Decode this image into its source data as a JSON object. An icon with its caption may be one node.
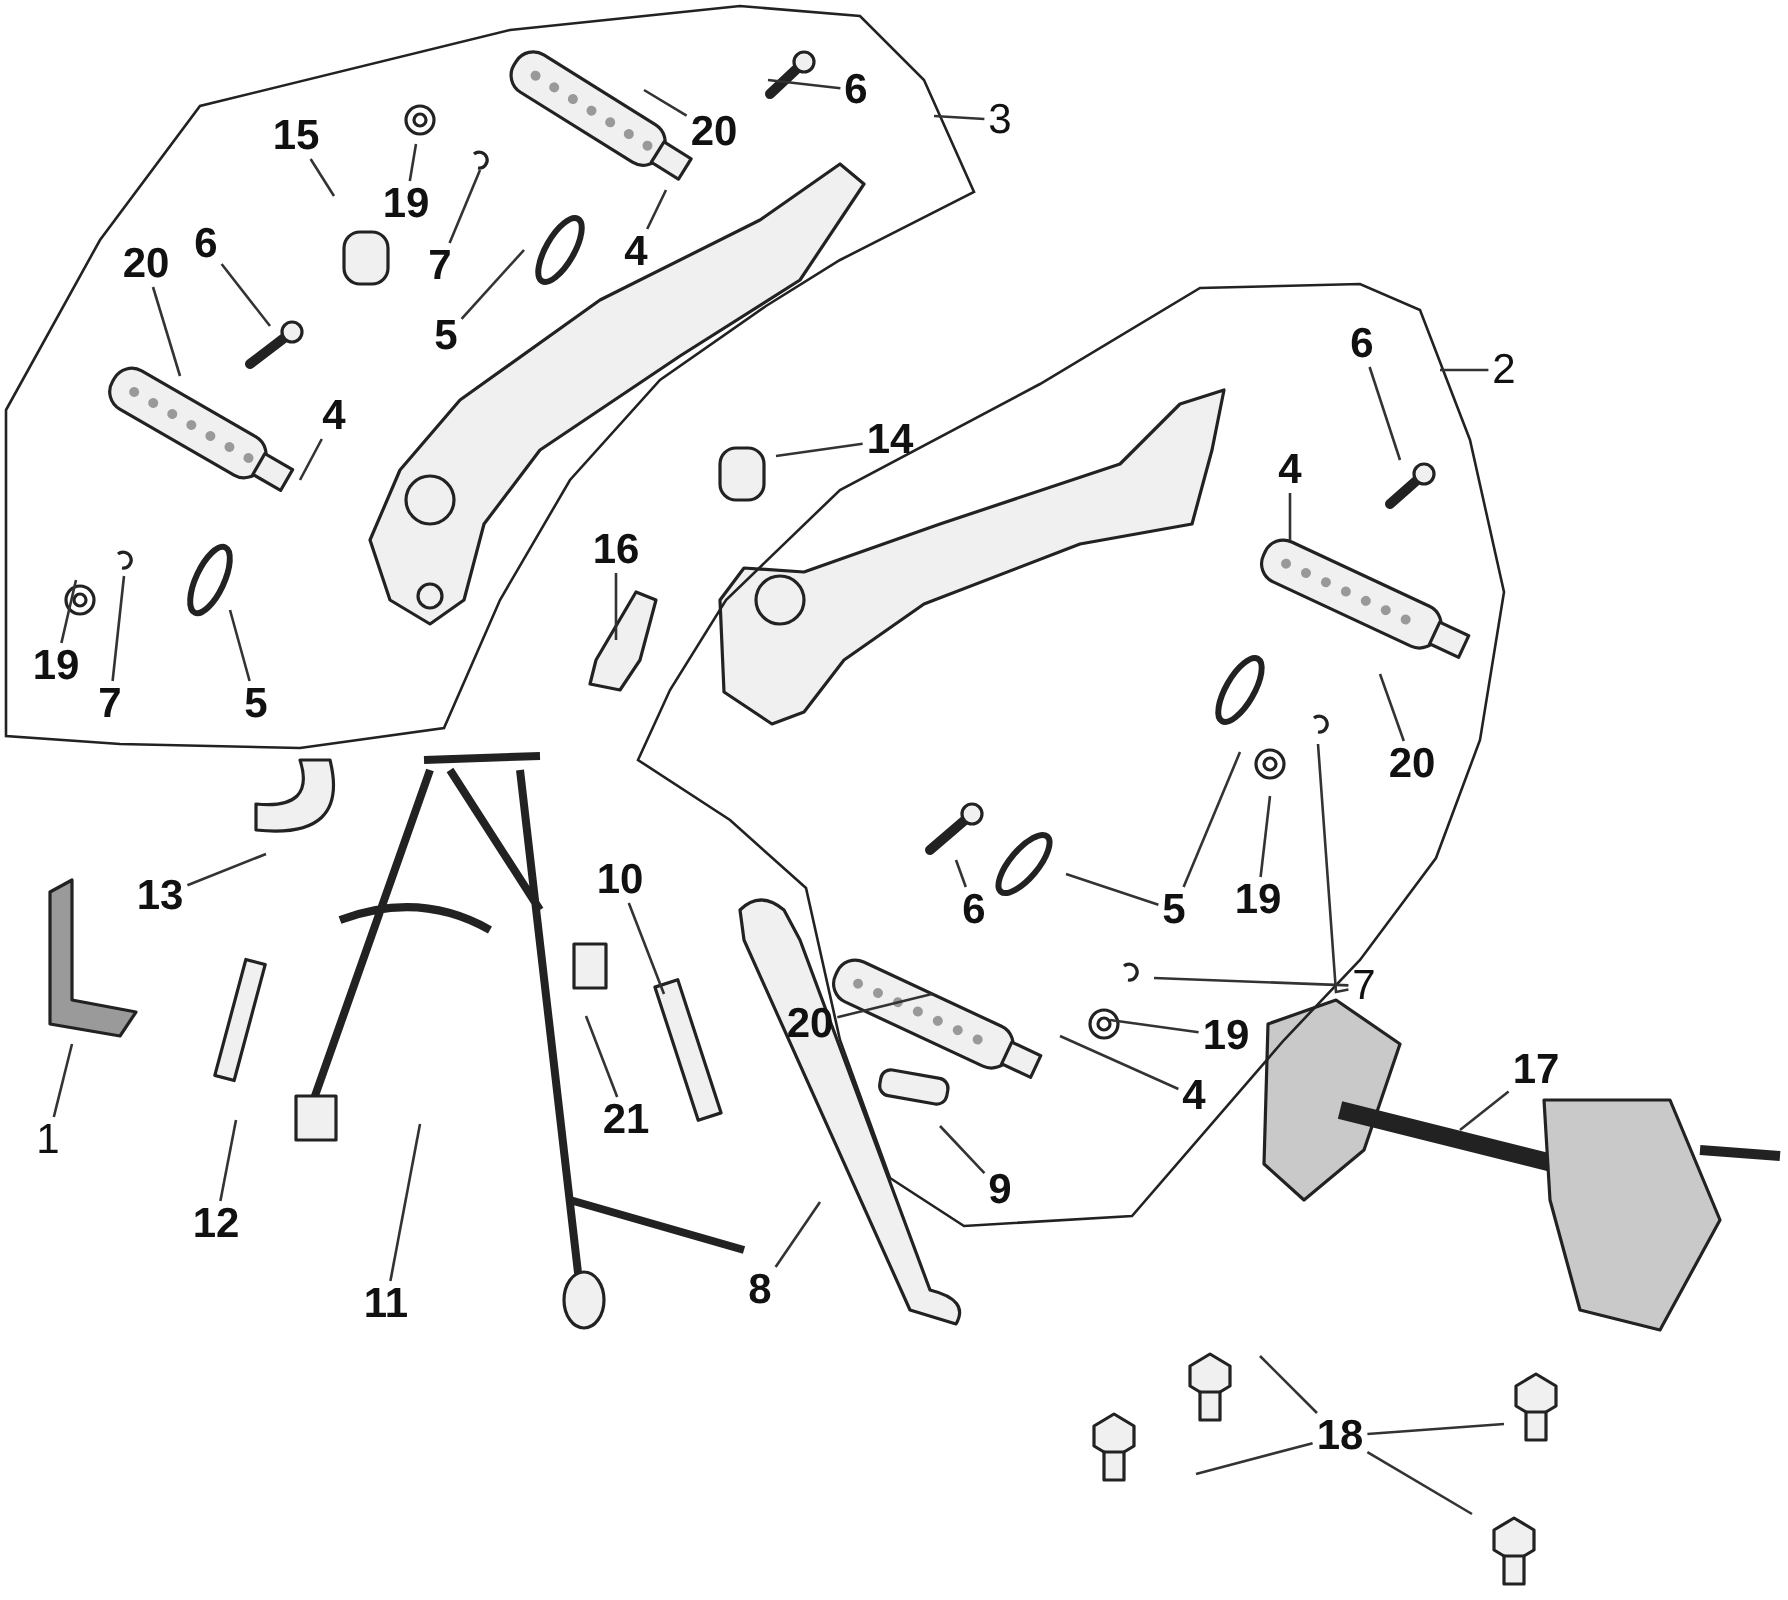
{
  "diagram": {
    "nodes": [
      {
        "text": [],
        "shape": "polygon"
      },
      {
        "text": [
          "15"
        ],
        "in": 0
      },
      {
        "text": [
          "19"
        ],
        "in": 0
      },
      {
        "text": [
          "7"
        ],
        "in": 0
      },
      {
        "text": [
          "20"
        ],
        "in": 0
      },
      {
        "text": [
          "6"
        ],
        "in": 0
      },
      {
        "text": [
          "3"
        ]
      },
      {
        "text": [
          "4"
        ],
        "in": 0
      },
      {
        "text": [
          "5"
        ],
        "in": 0
      },
      {
        "text": [
          "6"
        ],
        "in": 0
      },
      {
        "text": [
          "20"
        ],
        "in": 0
      },
      {
        "text": [
          "4"
        ],
        "in": 0
      },
      {
        "text": [],
        "shape": "polygon"
      },
      {
        "text": [
          "2"
        ]
      },
      {
        "text": [
          "14"
        ]
      },
      {
        "text": [
          "6"
        ],
        "in": 12
      },
      {
        "text": [
          "4"
        ],
        "in": 12
      },
      {
        "text": [
          "16"
        ]
      },
      {
        "text": [
          "19"
        ],
        "in": 0
      },
      {
        "text": [
          "7"
        ],
        "in": 0
      },
      {
        "text": [
          "5"
        ],
        "in": 0
      },
      {
        "text": [
          "20"
        ],
        "in": 12
      },
      {
        "text": [
          "13"
        ]
      },
      {
        "text": [
          "5"
        ],
        "in": 12
      },
      {
        "text": [
          "19"
        ],
        "in": 12
      },
      {
        "text": [
          "6"
        ],
        "in": 12
      },
      {
        "text": [
          "10"
        ]
      },
      {
        "text": [
          "20"
        ]
      },
      {
        "text": [
          "7"
        ]
      },
      {
        "text": [
          "19"
        ],
        "in": 12
      },
      {
        "text": [
          "1"
        ]
      },
      {
        "text": [
          "21"
        ]
      },
      {
        "text": [
          "4"
        ],
        "in": 12
      },
      {
        "text": [
          "12"
        ]
      },
      {
        "text": [
          "11"
        ]
      },
      {
        "text": [
          "8"
        ]
      },
      {
        "text": [
          "9"
        ],
        "in": 12
      },
      {
        "text": [
          "17"
        ]
      },
      {
        "text": [
          "18"
        ]
      }
    ],
    "edges": [
      {
        "from": 1,
        "to": null,
        "arrow": "none"
      },
      {
        "from": 2,
        "to": null,
        "arrow": "none"
      },
      {
        "from": 3,
        "to": null,
        "arrow": "none"
      },
      {
        "from": 4,
        "to": null,
        "arrow": "none"
      },
      {
        "from": 5,
        "to": null,
        "arrow": "none"
      },
      {
        "from": 6,
        "to": 0,
        "arrow": "none"
      },
      {
        "from": 7,
        "to": null,
        "arrow": "none"
      },
      {
        "from": 8,
        "to": null,
        "arrow": "none"
      },
      {
        "from": 9,
        "to": null,
        "arrow": "none"
      },
      {
        "from": 10,
        "to": null,
        "arrow": "none"
      },
      {
        "from": 11,
        "to": null,
        "arrow": "none"
      },
      {
        "from": 13,
        "to": 12,
        "arrow": "none"
      },
      {
        "from": 14,
        "to": null,
        "arrow": "none"
      },
      {
        "from": 15,
        "to": null,
        "arrow": "none"
      },
      {
        "from": 16,
        "to": null,
        "arrow": "none"
      },
      {
        "from": 17,
        "to": null,
        "arrow": "none"
      },
      {
        "from": 18,
        "to": null,
        "arrow": "none"
      },
      {
        "from": 19,
        "to": null,
        "arrow": "none"
      },
      {
        "from": 20,
        "to": null,
        "arrow": "none"
      },
      {
        "from": 21,
        "to": null,
        "arrow": "none"
      },
      {
        "from": 22,
        "to": null,
        "arrow": "none"
      },
      {
        "from": 23,
        "to": null,
        "arrow": "none"
      },
      {
        "from": 23,
        "to": null,
        "arrow": "none"
      },
      {
        "from": 24,
        "to": null,
        "arrow": "none"
      },
      {
        "from": 25,
        "to": null,
        "arrow": "none"
      },
      {
        "from": 26,
        "to": null,
        "arrow": "none"
      },
      {
        "from": 27,
        "to": null,
        "arrow": "none"
      },
      {
        "from": 28,
        "to": null,
        "arrow": "none"
      },
      {
        "from": 28,
        "to": null,
        "arrow": "none"
      },
      {
        "from": 29,
        "to": null,
        "arrow": "none"
      },
      {
        "from": 30,
        "to": null,
        "arrow": "none"
      },
      {
        "from": 31,
        "to": null,
        "arrow": "none"
      },
      {
        "from": 32,
        "to": null,
        "arrow": "none"
      },
      {
        "from": 33,
        "to": null,
        "arrow": "none"
      },
      {
        "from": 34,
        "to": null,
        "arrow": "none"
      },
      {
        "from": 35,
        "to": null,
        "arrow": "none"
      },
      {
        "from": 36,
        "to": null,
        "arrow": "none"
      },
      {
        "from": 37,
        "to": null,
        "arrow": "none"
      },
      {
        "from": 38,
        "to": null,
        "arrow": "none"
      },
      {
        "from": 38,
        "to": null,
        "arrow": "none"
      },
      {
        "from": 38,
        "to": null,
        "arrow": "none"
      },
      {
        "from": 38,
        "to": null,
        "arrow": "none"
      }
    ]
  }
}
